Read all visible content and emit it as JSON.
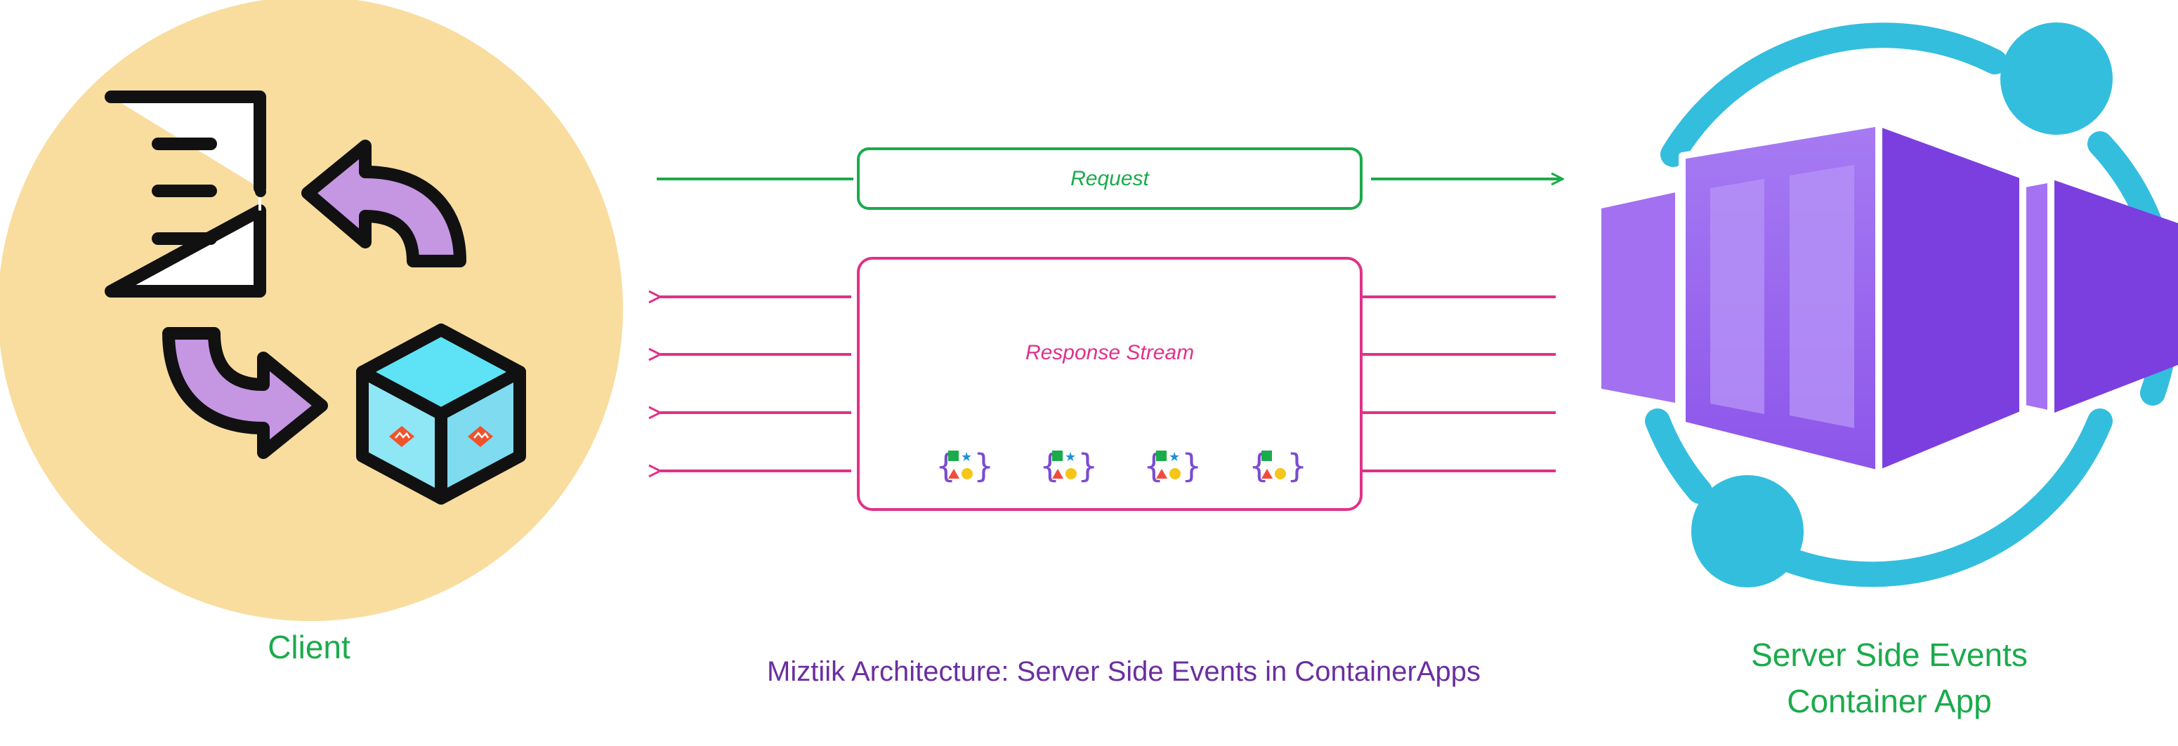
{
  "diagram": {
    "caption": "Miztiik Architecture: Server Side Events in ContainerApps",
    "client": {
      "label": "Client"
    },
    "server": {
      "label_line1": "Server Side Events",
      "label_line2": "Container App"
    },
    "request": {
      "label": "Request"
    },
    "response": {
      "label": "Response Stream",
      "event_count": 4
    }
  },
  "colors": {
    "client_bg": "#f9dd9f",
    "request_green": "#1aab4b",
    "response_pink": "#e0318a",
    "caption_purple": "#6b2fa0",
    "ring_blue": "#33bede",
    "cube_purple": "#8a4fe6",
    "arrow_lilac": "#c596e2",
    "cube_cyan": "#5de3f5"
  }
}
